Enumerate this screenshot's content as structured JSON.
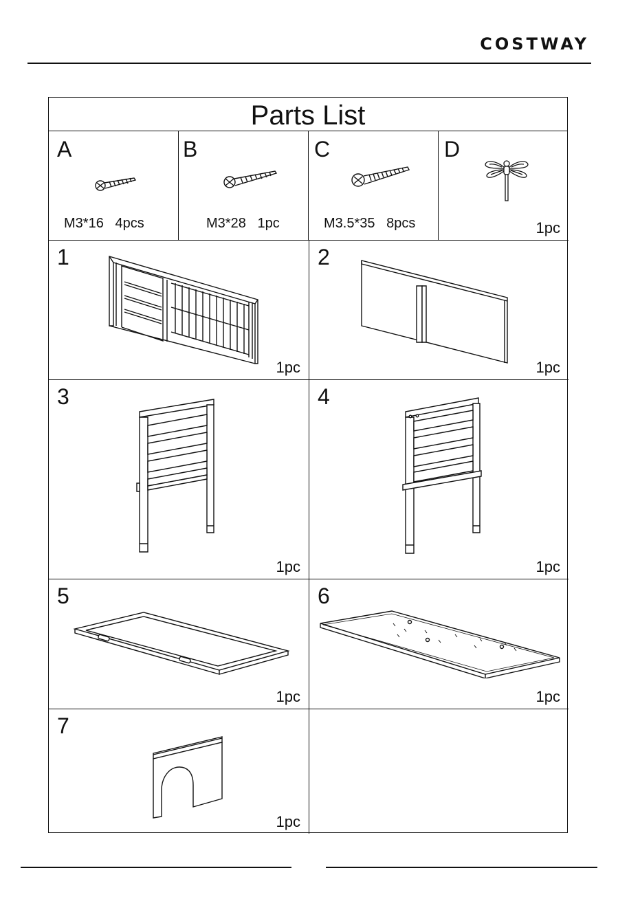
{
  "header": {
    "brand": "COSTWAY"
  },
  "title": "Parts List",
  "hardware": [
    {
      "letter": "A",
      "label": "M3*16   4pcs",
      "icon": "short-screw-icon"
    },
    {
      "letter": "B",
      "label": "M3*28   1pc",
      "icon": "medium-screw-icon"
    },
    {
      "letter": "C",
      "label": "M3.5*35   8pcs",
      "icon": "long-screw-icon"
    },
    {
      "letter": "D",
      "label": "1pc",
      "icon": "dragonfly-decoration-icon"
    }
  ],
  "panels": [
    {
      "number": "1",
      "qty": "1pc",
      "icon": "front-panel-with-door-and-mesh-icon"
    },
    {
      "number": "2",
      "qty": "1pc",
      "icon": "back-panel-icon"
    },
    {
      "number": "3",
      "qty": "1pc",
      "icon": "left-side-panel-icon"
    },
    {
      "number": "4",
      "qty": "1pc",
      "icon": "right-side-panel-icon"
    },
    {
      "number": "5",
      "qty": "1pc",
      "icon": "floor-frame-icon"
    },
    {
      "number": "6",
      "qty": "1pc",
      "icon": "floor-board-icon"
    },
    {
      "number": "7",
      "qty": "1pc",
      "icon": "divider-with-arch-icon"
    }
  ]
}
